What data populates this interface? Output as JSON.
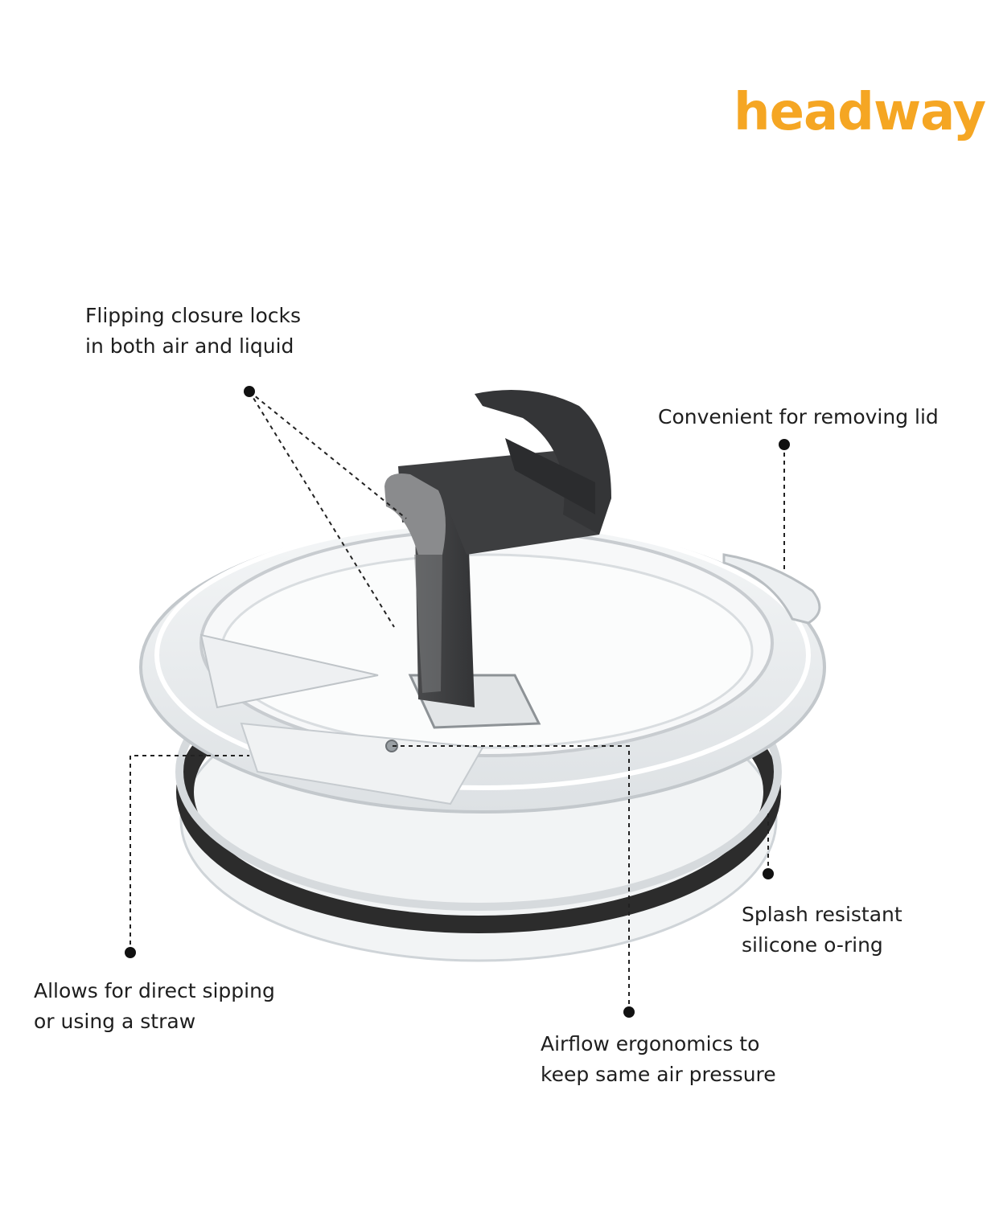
{
  "brand": {
    "logo_text": "headway",
    "color": "#f5a623"
  },
  "callouts": {
    "flipping": {
      "line1": "Flipping closure locks",
      "line2": "in both air and liquid"
    },
    "removing": {
      "line1": "Convenient for removing lid"
    },
    "splash": {
      "line1": "Splash resistant",
      "line2": "silicone o-ring"
    },
    "sipping": {
      "line1": "Allows for direct sipping",
      "line2": "or using a straw"
    },
    "airflow": {
      "line1": "Airflow ergonomics to",
      "line2": "keep same air pressure"
    }
  },
  "colors": {
    "text": "#1e1e1e",
    "closure": "#3d3e40",
    "closure_highlight": "#8a8b8d",
    "seal": "#2c2c2c",
    "lid_edge": "#c8ccd0"
  }
}
